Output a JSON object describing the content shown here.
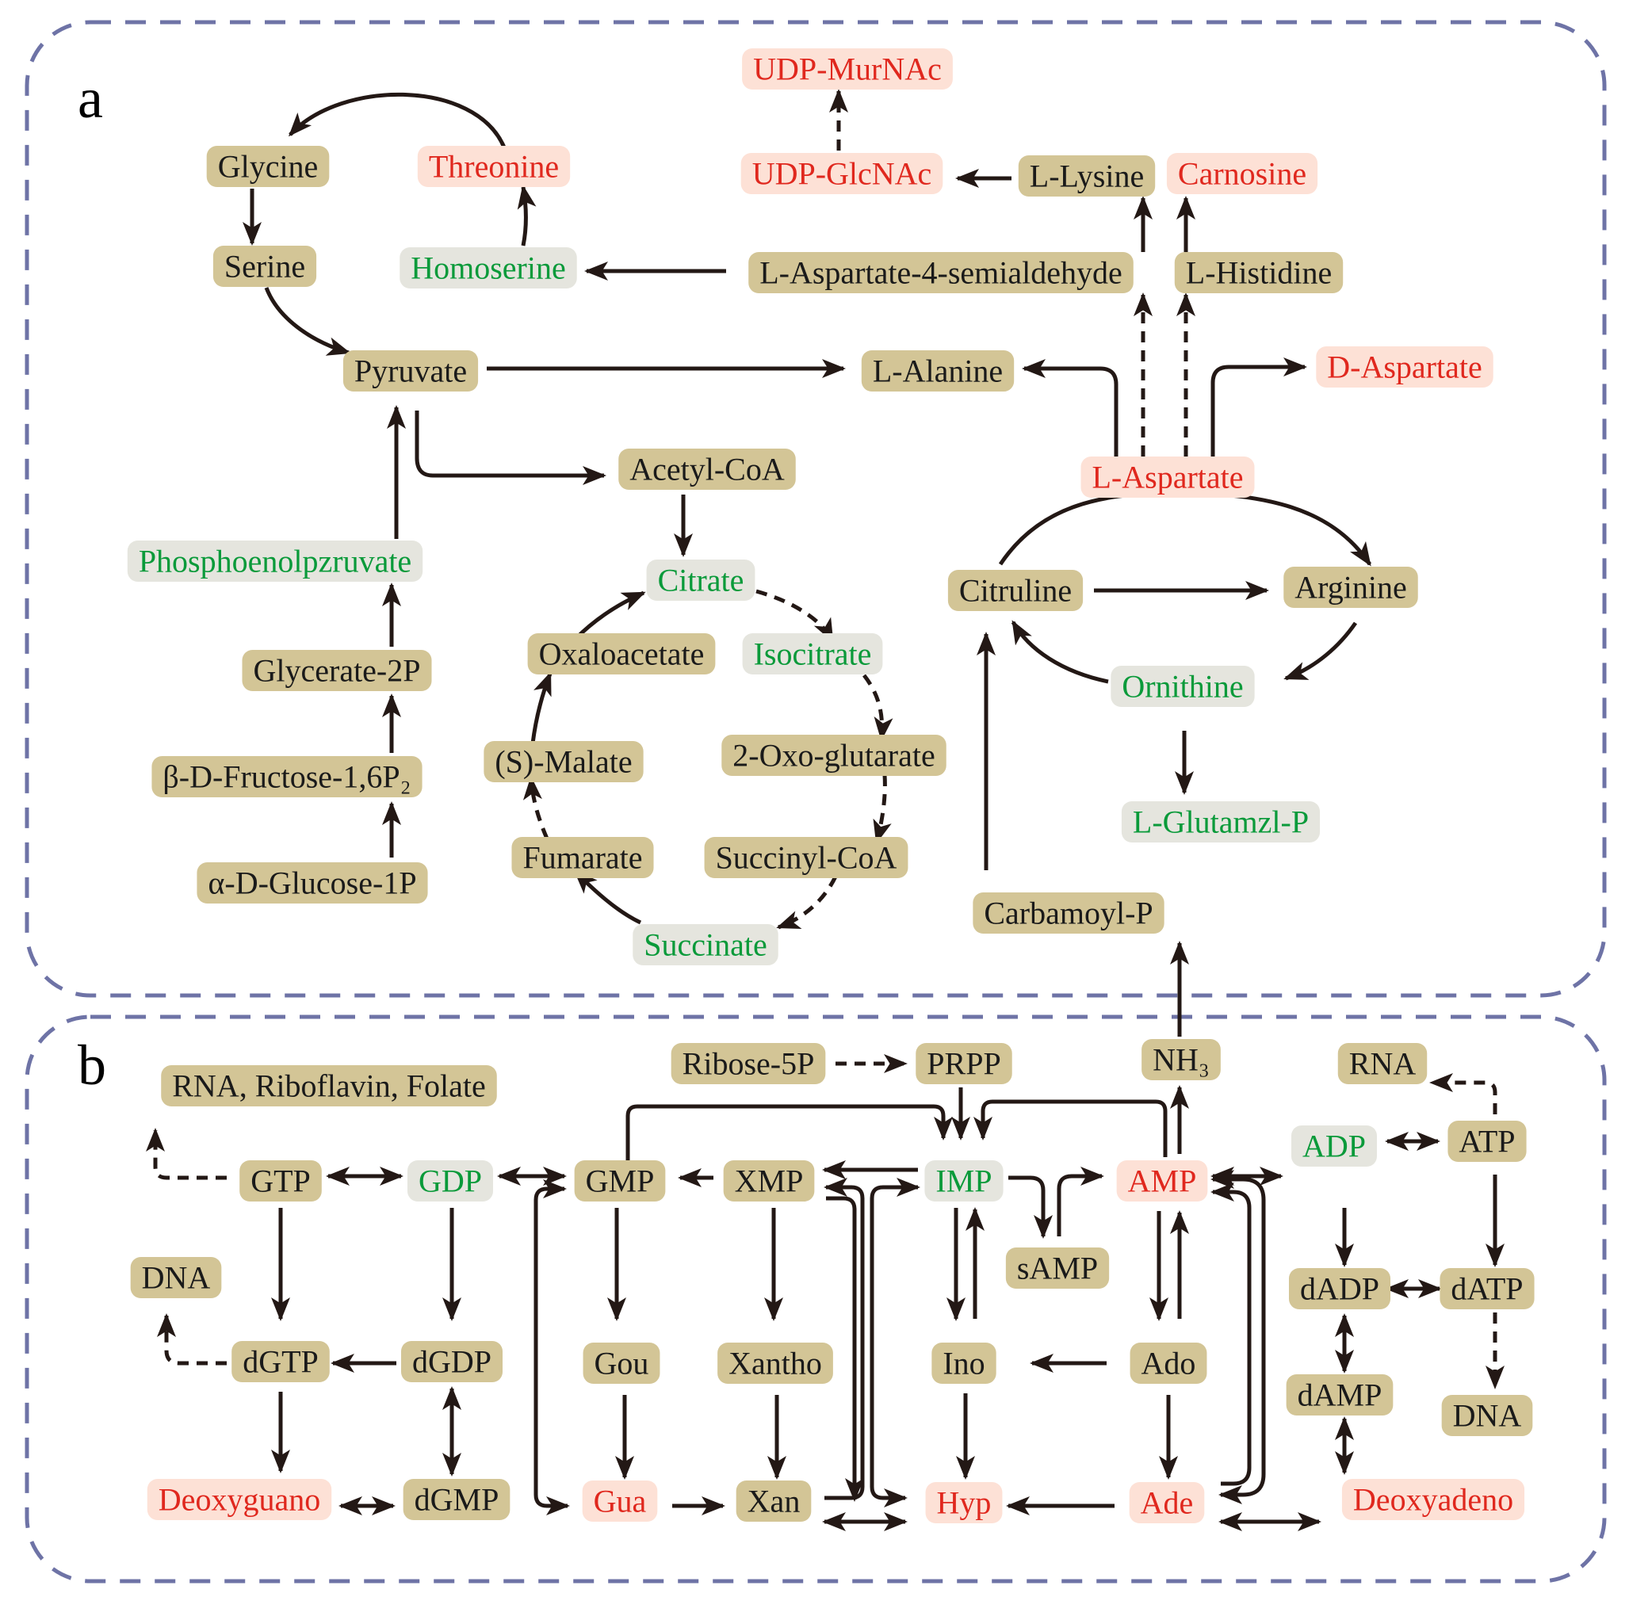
{
  "panels": [
    {
      "id": "a",
      "label": "a"
    },
    {
      "id": "b",
      "label": "b"
    }
  ],
  "legend_colors": {
    "increased": "#e0281e",
    "decreased": "#0a9a3a",
    "unchanged": "#1a1a1a"
  },
  "nodes": {
    "udp_murnac": {
      "label": "UDP-MurNAc",
      "state": "up"
    },
    "glycine": {
      "label": "Glycine",
      "state": "plain"
    },
    "threonine": {
      "label": "Threonine",
      "state": "up"
    },
    "udp_glcnac": {
      "label": "UDP-GlcNAc",
      "state": "up"
    },
    "l_lysine": {
      "label": "L-Lysine",
      "state": "plain"
    },
    "carnosine": {
      "label": "Carnosine",
      "state": "up"
    },
    "serine": {
      "label": "Serine",
      "state": "plain"
    },
    "homoserine": {
      "label": "Homoserine",
      "state": "down"
    },
    "l_asp_semialdehyde": {
      "label": "L-Aspartate-4-semialdehyde",
      "state": "plain"
    },
    "l_histidine": {
      "label": "L-Histidine",
      "state": "plain"
    },
    "pyruvate": {
      "label": "Pyruvate",
      "state": "plain"
    },
    "l_alanine": {
      "label": "L-Alanine",
      "state": "plain"
    },
    "d_aspartate": {
      "label": "D-Aspartate",
      "state": "up"
    },
    "acetyl_coa": {
      "label": "Acetyl-CoA",
      "state": "plain"
    },
    "l_aspartate": {
      "label": "L-Aspartate",
      "state": "up"
    },
    "pep": {
      "label": "Phosphoenolpzruvate",
      "state": "down"
    },
    "citrate": {
      "label": "Citrate",
      "state": "down"
    },
    "citruline": {
      "label": "Citruline",
      "state": "plain"
    },
    "arginine": {
      "label": "Arginine",
      "state": "plain"
    },
    "oxaloacetate": {
      "label": "Oxaloacetate",
      "state": "plain"
    },
    "isocitrate": {
      "label": "Isocitrate",
      "state": "down"
    },
    "glycerate_2p": {
      "label": "Glycerate-2P",
      "state": "plain"
    },
    "ornithine": {
      "label": "Ornithine",
      "state": "down"
    },
    "s_malate": {
      "label": "(S)-Malate",
      "state": "plain"
    },
    "oxo_glutarate": {
      "label": "2-Oxo-glutarate",
      "state": "plain"
    },
    "fructose_16p2": {
      "label": "β-D-Fructose-1,6P₂",
      "state": "plain"
    },
    "l_glutamzl_p": {
      "label": "L-Glutamzl-P",
      "state": "down"
    },
    "fumarate": {
      "label": "Fumarate",
      "state": "plain"
    },
    "succinyl_coa": {
      "label": "Succinyl-CoA",
      "state": "plain"
    },
    "glucose_1p": {
      "label": "α-D-Glucose-1P",
      "state": "plain"
    },
    "carbamoyl_p": {
      "label": "Carbamoyl-P",
      "state": "plain"
    },
    "succinate": {
      "label": "Succinate",
      "state": "down"
    },
    "ribose_5p": {
      "label": "Ribose-5P",
      "state": "plain"
    },
    "prpp": {
      "label": "PRPP",
      "state": "plain"
    },
    "nh3": {
      "label": "NH₃",
      "state": "plain"
    },
    "rna_top": {
      "label": "RNA",
      "state": "plain"
    },
    "rna_ribo_folate": {
      "label": "RNA, Riboflavin, Folate",
      "state": "plain"
    },
    "adp": {
      "label": "ADP",
      "state": "down"
    },
    "atp": {
      "label": "ATP",
      "state": "plain"
    },
    "gtp": {
      "label": "GTP",
      "state": "plain"
    },
    "gdp": {
      "label": "GDP",
      "state": "down"
    },
    "gmp": {
      "label": "GMP",
      "state": "plain"
    },
    "xmp": {
      "label": "XMP",
      "state": "plain"
    },
    "imp": {
      "label": "IMP",
      "state": "down"
    },
    "amp": {
      "label": "AMP",
      "state": "up"
    },
    "samp": {
      "label": "sAMP",
      "state": "plain"
    },
    "dna_left": {
      "label": "DNA",
      "state": "plain"
    },
    "dadp": {
      "label": "dADP",
      "state": "plain"
    },
    "datp": {
      "label": "dATP",
      "state": "plain"
    },
    "dgtp": {
      "label": "dGTP",
      "state": "plain"
    },
    "dgdp": {
      "label": "dGDP",
      "state": "plain"
    },
    "gou": {
      "label": "Gou",
      "state": "plain"
    },
    "xantho": {
      "label": "Xantho",
      "state": "plain"
    },
    "ino": {
      "label": "Ino",
      "state": "plain"
    },
    "ado": {
      "label": "Ado",
      "state": "plain"
    },
    "damp": {
      "label": "dAMP",
      "state": "plain"
    },
    "dna_right": {
      "label": "DNA",
      "state": "plain"
    },
    "deoxyguano": {
      "label": "Deoxyguano",
      "state": "up"
    },
    "dgmp": {
      "label": "dGMP",
      "state": "plain"
    },
    "gua": {
      "label": "Gua",
      "state": "up"
    },
    "xan": {
      "label": "Xan",
      "state": "plain"
    },
    "hyp": {
      "label": "Hyp",
      "state": "up"
    },
    "ade": {
      "label": "Ade",
      "state": "up"
    },
    "deoxyadeno": {
      "label": "Deoxyadeno",
      "state": "up"
    }
  }
}
